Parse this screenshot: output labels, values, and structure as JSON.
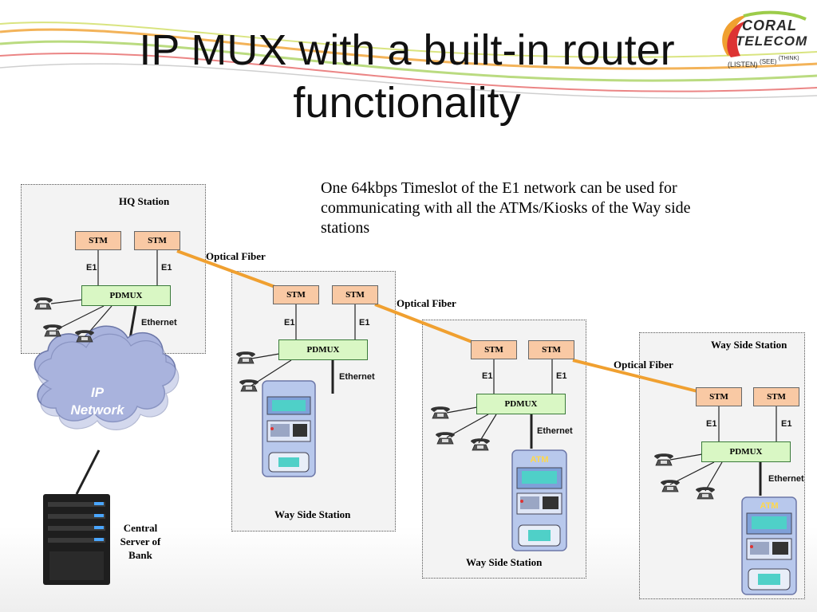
{
  "slide": {
    "title_line1": "IP MUX with a built-in router",
    "title_line2": "functionality",
    "note": "One 64kbps Timeslot of the E1 network can be used for communicating with all the ATMs/Kiosks of the Way side stations"
  },
  "logo": {
    "word1": "CORAL",
    "word2": "TELECOM",
    "tag_listen": "(LISTEN)",
    "tag_see": "(SEE)",
    "tag_think": "(THINK)"
  },
  "labels": {
    "stm": "STM",
    "pdmux": "PDMUX",
    "e1": "E1",
    "ethernet": "Ethernet",
    "optical_fiber": "Optical Fiber",
    "atm": "ATM"
  },
  "stations": [
    {
      "name": "HQ Station"
    },
    {
      "name": "Way Side Station"
    },
    {
      "name": "Way Side Station"
    },
    {
      "name": "Way Side Station"
    }
  ],
  "cloud": {
    "line1": "IP",
    "line2": "Network"
  },
  "server": {
    "label": "Central Server of Bank"
  },
  "colors": {
    "stm_fill": "#f9c9a4",
    "pdmux_fill": "#d9f7c4",
    "fiber": "#f0a030",
    "cloud": "#a9b3dd",
    "atm_body": "#b8c8ec"
  },
  "icons": [
    "telephone-icon",
    "atm-machine-icon",
    "server-icon",
    "cloud-icon",
    "coral-telecom-logo"
  ]
}
